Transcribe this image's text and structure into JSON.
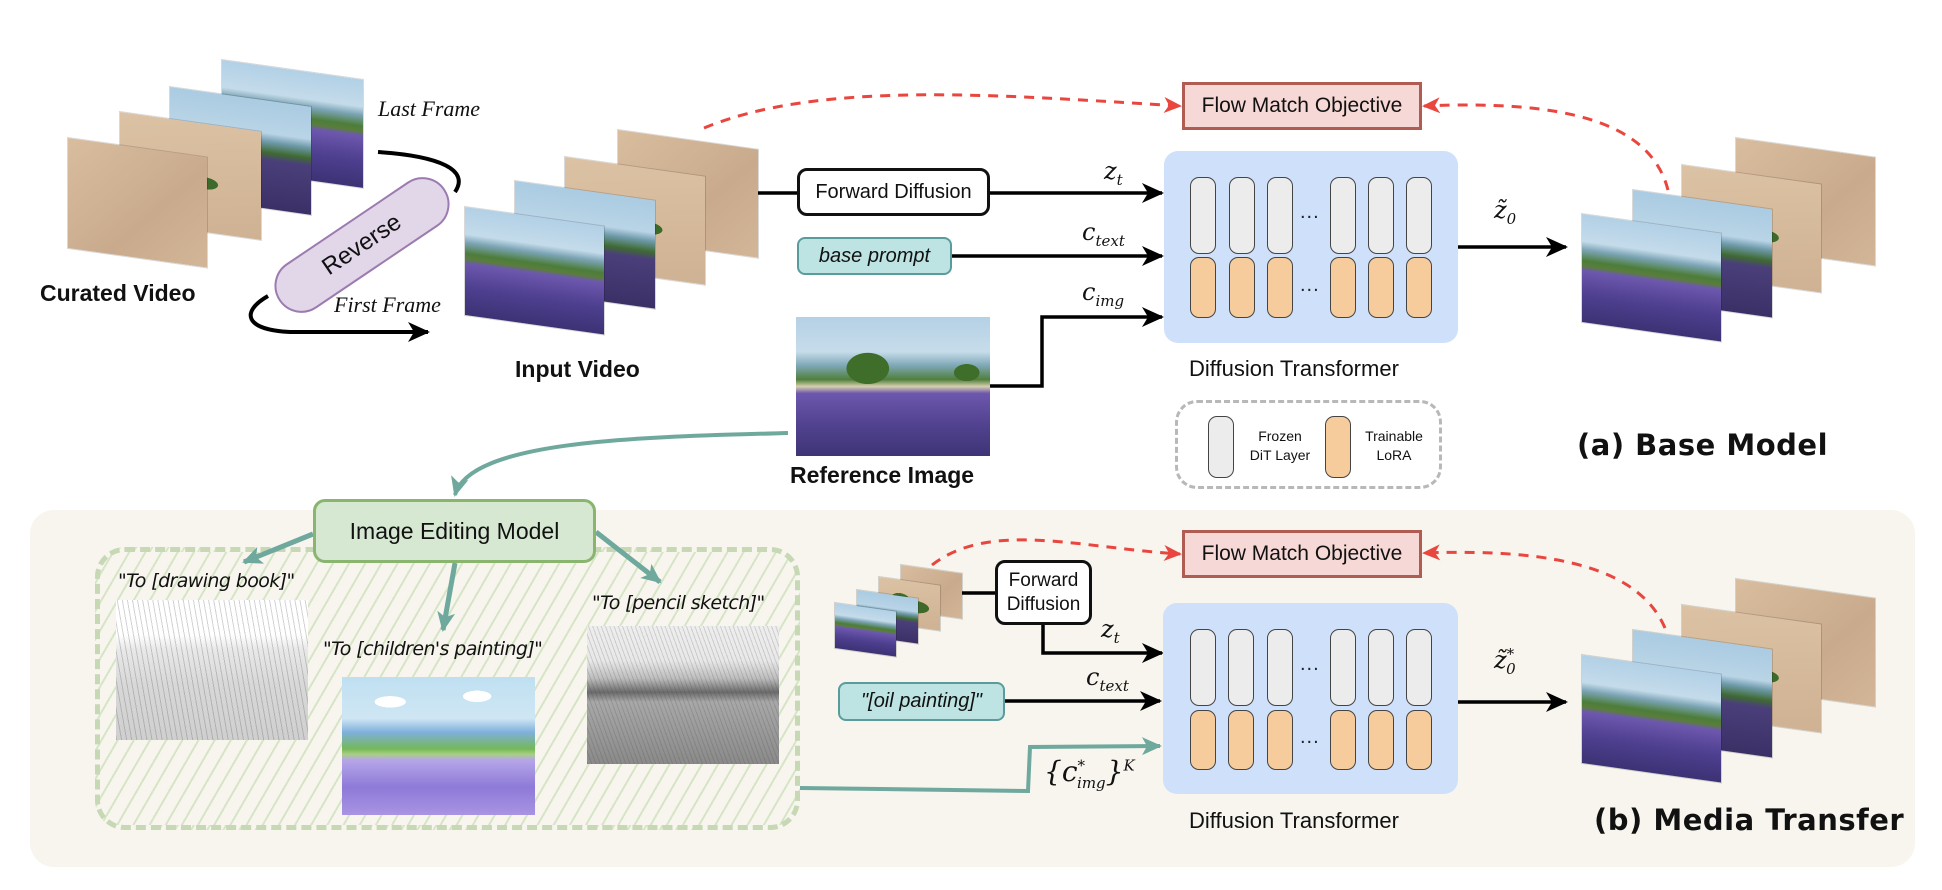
{
  "base_model": {
    "panel_title": "(a) Base Model",
    "curated_video_label": "Curated Video",
    "last_frame_label": "Last Frame",
    "first_frame_label": "First Frame",
    "reverse_label": "Reverse",
    "input_video_label": "Input Video",
    "reference_image_label": "Reference Image",
    "forward_diffusion_label": "Forward Diffusion",
    "prompt_label": "base prompt",
    "flow_match_label": "Flow Match Objective",
    "dit_label": "Diffusion Transformer",
    "inputs": {
      "z_t": {
        "base": "z",
        "sub": "t"
      },
      "c_text": {
        "base": "c",
        "sub": "text"
      },
      "c_img": {
        "base": "c",
        "sub": "img"
      }
    },
    "output": {
      "base": "z̃",
      "sub": "0"
    },
    "ellipsis": "..."
  },
  "legend": {
    "frozen_label_line1": "Frozen",
    "frozen_label_line2": "DiT Layer",
    "trainable_label_line1": "Trainable",
    "trainable_label_line2": "LoRA"
  },
  "media_transfer": {
    "panel_title": "(b) Media Transfer",
    "image_editing_label": "Image Editing Model",
    "edits": [
      {
        "label": "\"To [drawing book]\""
      },
      {
        "label": "\"To [children's painting]\""
      },
      {
        "label": "\"To [pencil sketch]\""
      }
    ],
    "forward_diffusion_line1": "Forward",
    "forward_diffusion_line2": "Diffusion",
    "prompt_label": "\"[oil painting]\"",
    "flow_match_label": "Flow Match Objective",
    "dit_label": "Diffusion Transformer",
    "inputs": {
      "z_t": {
        "base": "z",
        "sub": "t"
      },
      "c_text": {
        "base": "c",
        "sub": "text"
      },
      "c_img_set": {
        "open": "{",
        "base": "c",
        "sup": "*",
        "sub": "img",
        "close": "}",
        "power": "K"
      }
    },
    "output": {
      "base": "z̃",
      "sup": "*",
      "sub": "0"
    },
    "ellipsis": "..."
  },
  "colors": {
    "flow_match_fill": "#f6d9d6",
    "flow_match_border": "#b15c52",
    "dit_fill": "#cfe0fa",
    "frozen_fill": "#ececec",
    "lora_fill": "#f7cc9c",
    "prompt_fill": "#bde3e3",
    "image_edit_fill": "#d6e7d2",
    "teal_arrow": "#6fa89c",
    "red_dashed": "#e8463e",
    "panel_b_bg": "#f7f5ee"
  }
}
